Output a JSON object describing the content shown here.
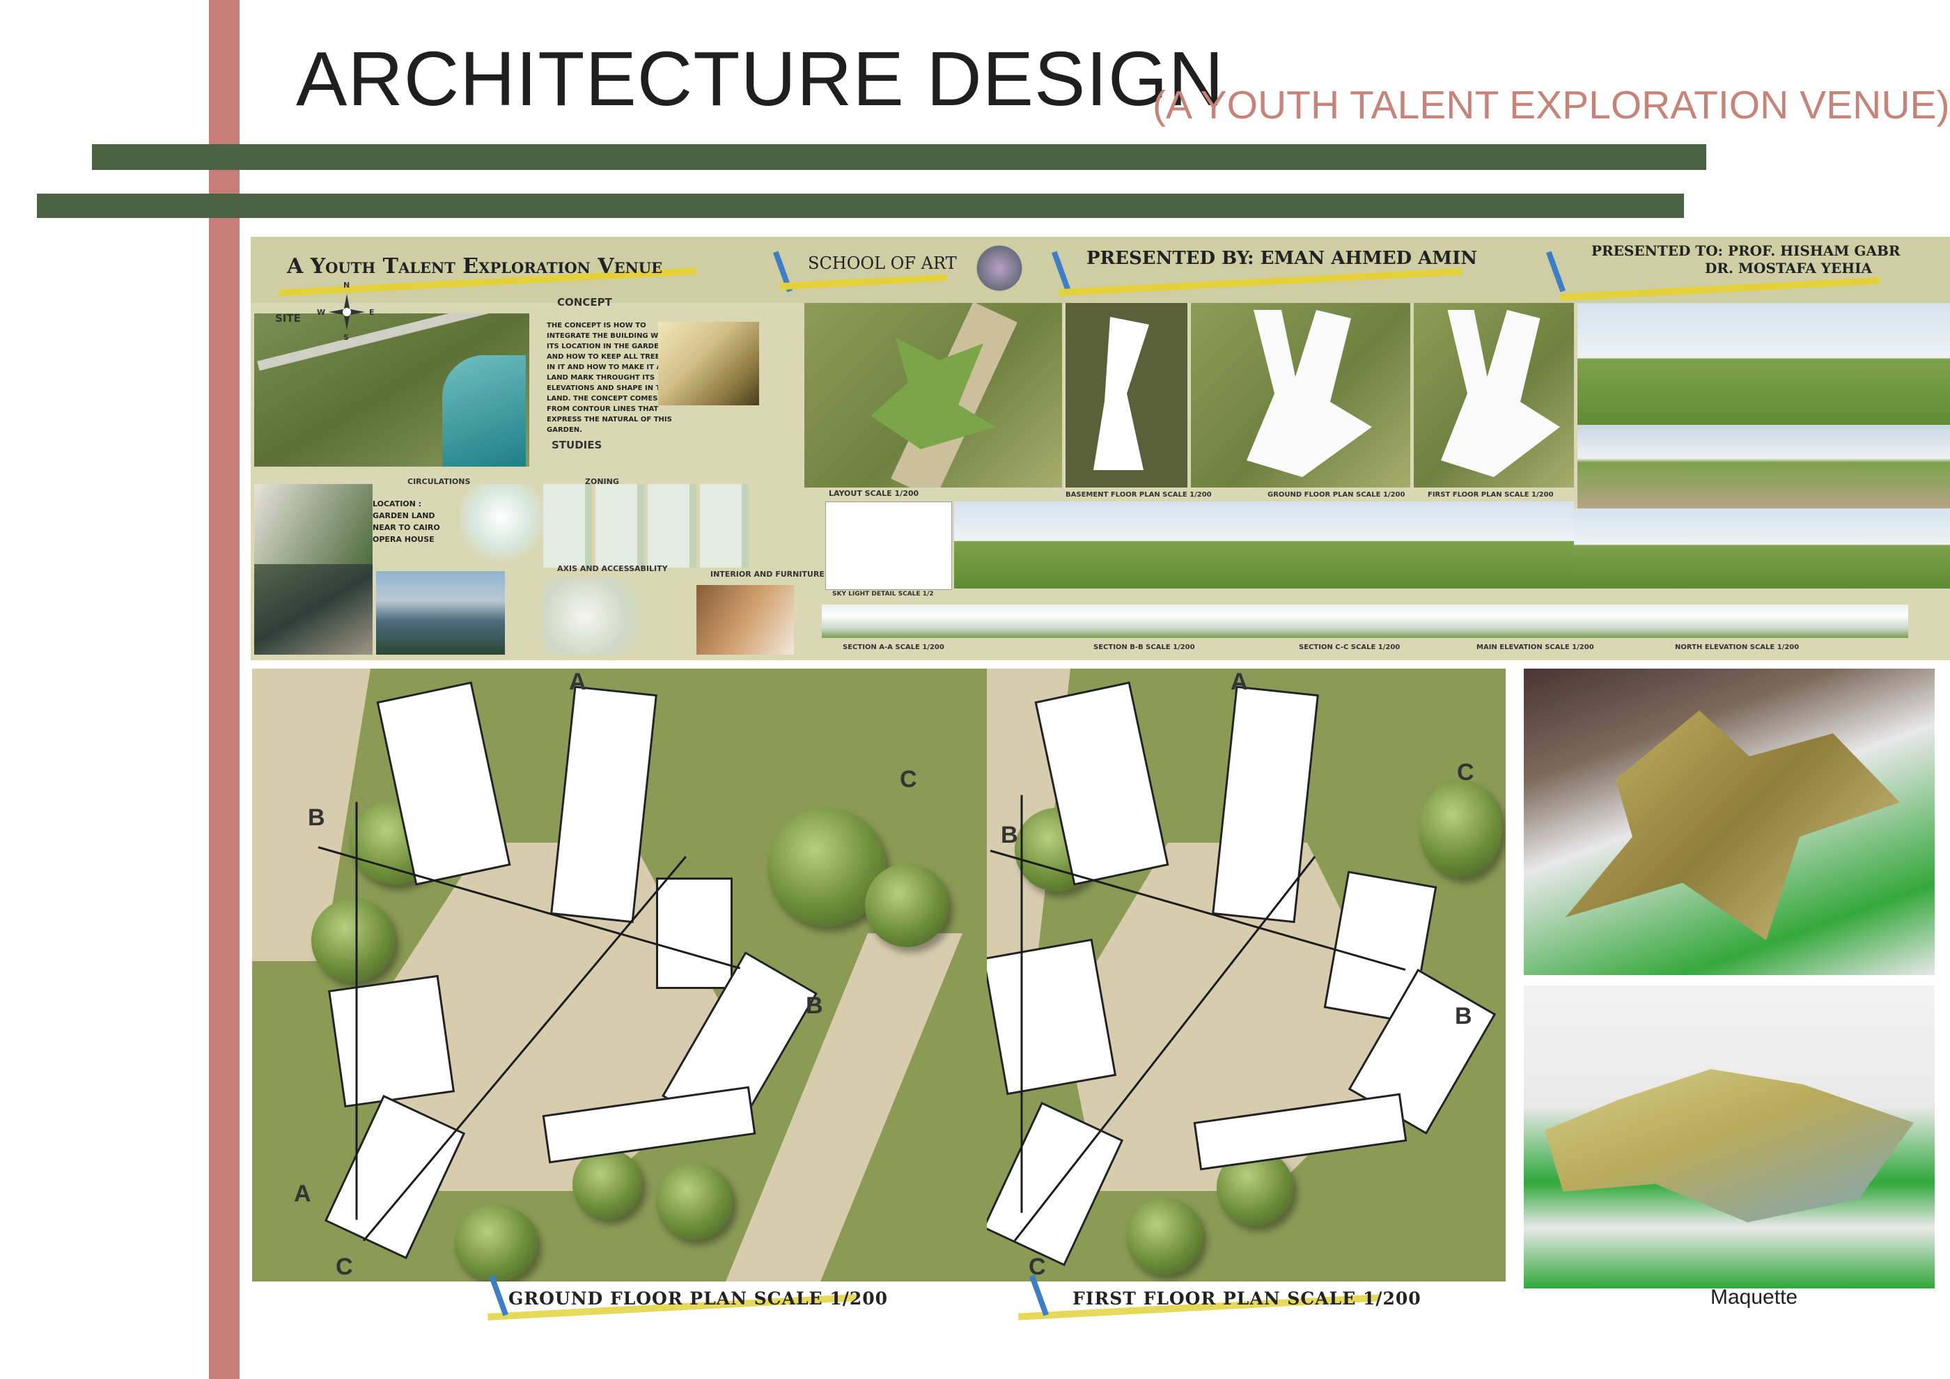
{
  "header": {
    "title": "ARCHITECTURE DESIGN",
    "subtitle": "(A YOUTH TALENT EXPLORATION VENUE)"
  },
  "sheet": {
    "project_title": "A Youth Talent Exploration Venue",
    "school": "SCHOOL OF ART",
    "presented_by": "PRESENTED BY: EMAN AHMED AMIN",
    "presented_to_1": "PRESENTED TO: PROF. HISHAM GABR",
    "presented_to_2": "DR. MOSTAFA YEHIA",
    "site_label": "SITE",
    "compass": {
      "n": "N",
      "s": "S",
      "e": "E",
      "w": "W"
    },
    "concept_label": "CONCEPT",
    "concept_text": "THE CONCEPT IS HOW TO INTEGRATE THE BUILDING WITH ITS LOCATION IN THE GARDEN AND HOW TO KEEP ALL TREES IN IT AND HOW TO MAKE IT A LAND MARK THROUGHT ITS ELEVATIONS AND SHAPE IN THE LAND. THE CONCEPT COMES FROM CONTOUR LINES THAT EXPRESS THE NATURAL OF THIS GARDEN.",
    "studies_label": "STUDIES",
    "circulations_label": "CIRCULATIONS",
    "zoning_label": "ZONING",
    "location_text": "LOCATION : GARDEN LAND NEAR TO CAIRO OPERA HOUSE",
    "axis_label": "AXIS AND ACCESSABILITY",
    "interior_label": "INTERIOR AND FURNITURE",
    "layout_label": "LAYOUT SCALE 1/200",
    "basement_label": "BASEMENT FLOOR PLAN SCALE 1/200",
    "ground_small_label": "GROUND FLOOR PLAN SCALE 1/200",
    "first_small_label": "FIRST FLOOR PLAN SCALE 1/200",
    "skylight_label": "SKY LIGHT DETAIL SCALE 1/2",
    "section_aa": "SECTION A-A SCALE 1/200",
    "section_bb": "SECTION B-B SCALE 1/200",
    "section_cc": "SECTION C-C SCALE 1/200",
    "main_elev": "MAIN ELEVATION SCALE 1/200",
    "north_elev": "NORTH ELEVATION SCALE 1/200"
  },
  "plans": {
    "ground_label": "GROUND FLOOR PLAN SCALE 1/200",
    "first_label": "FIRST  FLOOR PLAN SCALE 1/200",
    "markers": {
      "a": "A",
      "b": "B",
      "c": "C"
    }
  },
  "maquette_label": "Maquette",
  "colors": {
    "vertical_bar": "#c97d78",
    "horizontal_bars": "#4a6241",
    "subtitle": "#c5837a",
    "ribbon": "#e3d03a"
  }
}
